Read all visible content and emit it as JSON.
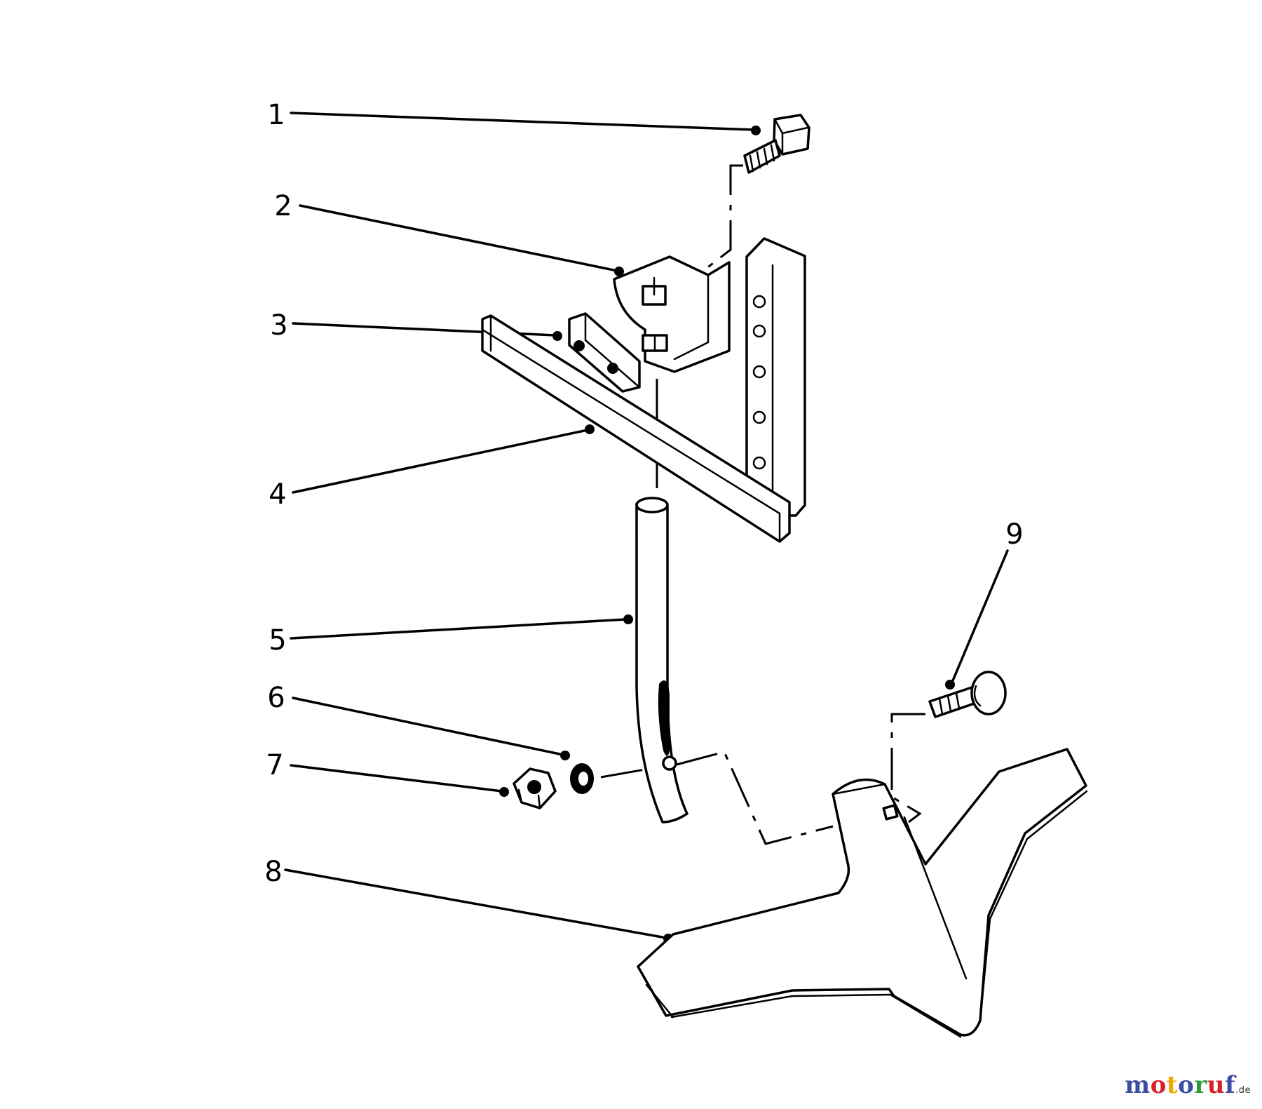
{
  "callouts": [
    {
      "id": "1",
      "label": "1"
    },
    {
      "id": "2",
      "label": "2"
    },
    {
      "id": "3",
      "label": "3"
    },
    {
      "id": "4",
      "label": "4"
    },
    {
      "id": "5",
      "label": "5"
    },
    {
      "id": "6",
      "label": "6"
    },
    {
      "id": "7",
      "label": "7"
    },
    {
      "id": "8",
      "label": "8"
    },
    {
      "id": "9",
      "label": "9"
    }
  ],
  "watermark": {
    "brand": "motoruf",
    "suffix": ".de",
    "letters": [
      {
        "ch": "m",
        "color": "#3b4da3"
      },
      {
        "ch": "o",
        "color": "#d6202a"
      },
      {
        "ch": "t",
        "color": "#f0a500"
      },
      {
        "ch": "o",
        "color": "#3b4da3"
      },
      {
        "ch": "r",
        "color": "#2e9a3a"
      },
      {
        "ch": "u",
        "color": "#d6202a"
      },
      {
        "ch": "f",
        "color": "#3b4da3"
      }
    ]
  }
}
